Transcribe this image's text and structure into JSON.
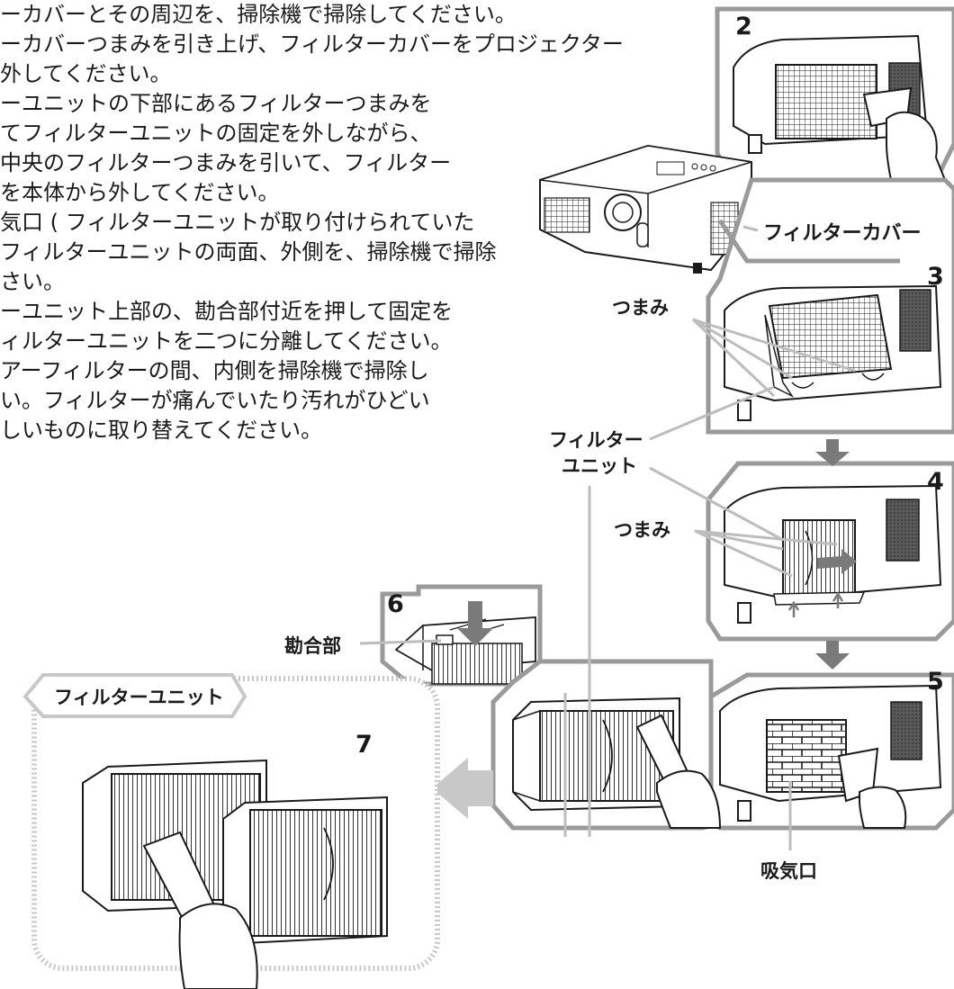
{
  "instructions": [
    "ーカバーとその周辺を、掃除機で掃除してください。",
    "ーカバーつまみを引き上げ、フィルターカバーをプロジェクター",
    "外してください。",
    "ーユニットの下部にあるフィルターつまみを",
    "てフィルターユニットの固定を外しながら、",
    "中央のフィルターつまみを引いて、フィルター",
    "を本体から外してください。",
    "気口 ( フィルターユニットが取り付けられていた",
    "フィルターユニットの両面、外側を、掃除機で掃除",
    "さい。",
    "ーユニット上部の、勘合部付近を押して固定を",
    "ィルターユニットを二つに分離してください。",
    "アーフィルターの間、内側を掃除機で掃除し",
    "い。フィルターが痛んでいたり汚れがひどい",
    "しいものに取り替えてください。"
  ],
  "steps": {
    "step2": "2",
    "step3": "3",
    "step4": "4",
    "step5": "5",
    "step6": "6",
    "step7": "7"
  },
  "labels": {
    "filter_cover": "フィルターカバー",
    "knob_1": "つまみ",
    "knob_2": "つまみ",
    "filter_unit_line1": "フィルター",
    "filter_unit_line2": "ユニット",
    "fitting_part": "勘合部",
    "filter_unit_tag": "フィルターユニット",
    "intake_vent": "吸気口"
  },
  "colors": {
    "frame": "#9a9a9a",
    "leader": "#bdbdbd",
    "arrow": "#7a7a7a",
    "big_arrow": "#c8c8c8",
    "dotted_frame": "#c8c8c8",
    "line_art": "#1a1a1a"
  }
}
